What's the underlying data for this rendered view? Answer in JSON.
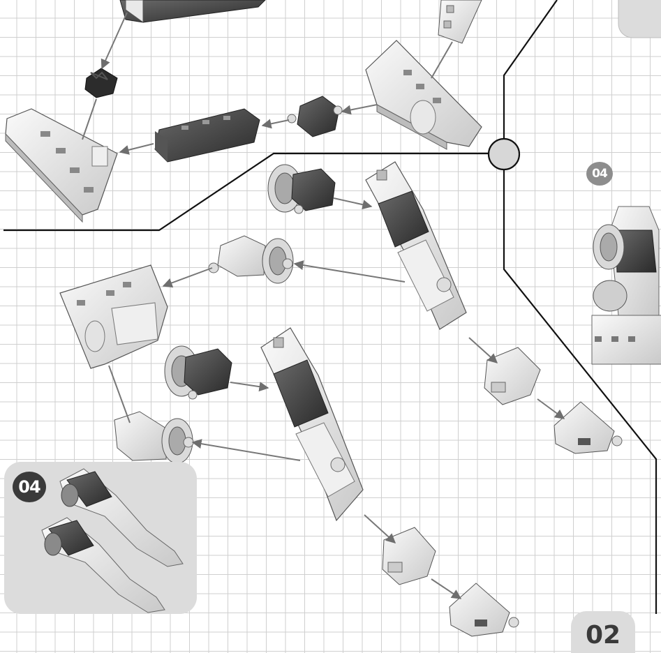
{
  "page": {
    "page_number": "02"
  },
  "inset_panel": {
    "step_badge": "04"
  },
  "preview": {
    "step_badge": "04"
  },
  "colors": {
    "panel_gray": "#dcdcdc",
    "badge_dark": "#3a3a3a",
    "badge_light": "#8d8d8d",
    "part_dark": "#3c3c3c",
    "part_light": "#ececec",
    "guide_arrow": "#777777",
    "divider": "#111111"
  },
  "icons": [
    "arrow-icon",
    "connector-dot-icon"
  ]
}
